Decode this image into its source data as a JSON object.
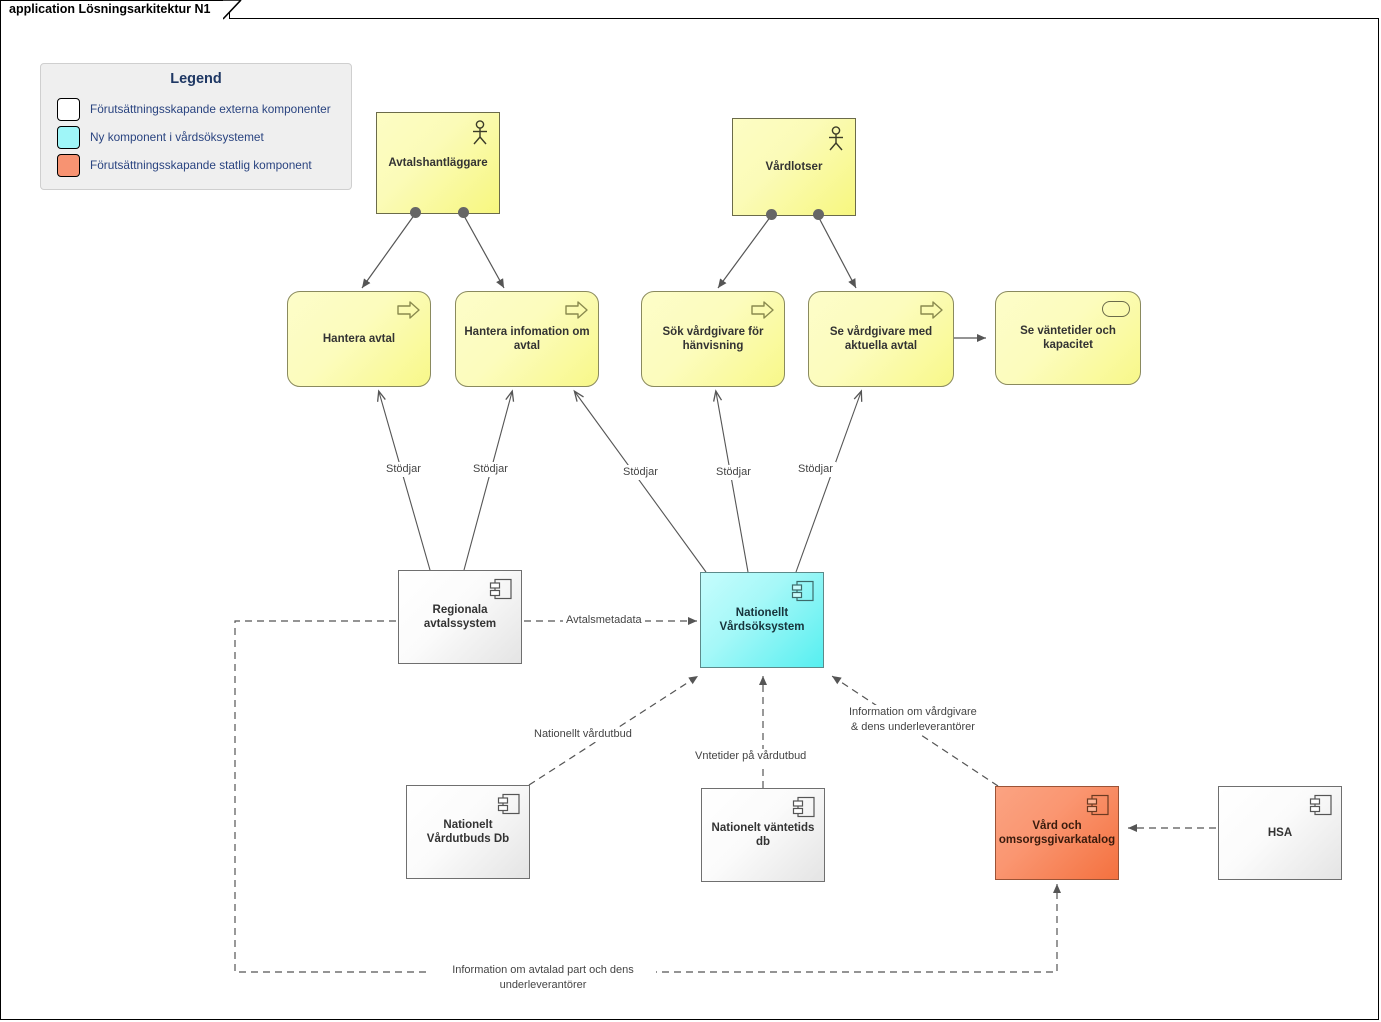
{
  "diagram": {
    "title": "application Lösningsarkitektur N1",
    "type": "UML component / use-case architecture diagram"
  },
  "legend": {
    "title": "Legend",
    "items": [
      {
        "color": "#ffffff",
        "label": "Förutsättningsskapande externa komponenter"
      },
      {
        "color": "#9ff6f8",
        "label": "Ny komponent i vårdsöksystemet"
      },
      {
        "color": "#f79372",
        "label": "Förutsättningsskapande statlig komponent"
      }
    ]
  },
  "actors": [
    {
      "id": "avtalshandlaggare",
      "label": "Avtalshantläggare",
      "icon": "actor-icon"
    },
    {
      "id": "vardlotser",
      "label": "Vårdlotser",
      "icon": "actor-icon"
    }
  ],
  "processes": [
    {
      "id": "hantera-avtal",
      "label": "Hantera avtal",
      "icon": "process-arrow-icon"
    },
    {
      "id": "hantera-information-om-avtal",
      "label": "Hantera infomation om avtal",
      "icon": "process-arrow-icon"
    },
    {
      "id": "sok-vardgivare-for-hanvisning",
      "label": "Sök vårdgivare för hänvisning",
      "icon": "process-arrow-icon"
    },
    {
      "id": "se-vardgivare-med-aktuella-avtal",
      "label": "Se vårdgivare med aktuella avtal",
      "icon": "process-arrow-icon"
    },
    {
      "id": "se-vantetider-och-kapacitet",
      "label": "Se väntetider och kapacitet",
      "icon": "service-pill-icon"
    }
  ],
  "components": [
    {
      "id": "regionala-avtalssystem",
      "label": "Regionala avtalssystem",
      "color": "#ffffff",
      "icon": "component-icon"
    },
    {
      "id": "nationellt-vardsoksystem",
      "label": "Nationellt Vårdsöksystem",
      "color": "#9ff6f8",
      "icon": "component-icon"
    },
    {
      "id": "nationelt-vardutbuds-db",
      "label": "Nationelt Vårdutbuds Db",
      "color": "#ffffff",
      "icon": "component-icon"
    },
    {
      "id": "nationelt-vantetids-db",
      "label": "Nationelt väntetids db",
      "color": "#ffffff",
      "icon": "component-icon"
    },
    {
      "id": "vard-och-omsorgsgivarkatalog",
      "label": "Vård och omsorgsgivarkatalog",
      "color": "#f79372",
      "icon": "component-icon"
    },
    {
      "id": "hsa",
      "label": "HSA",
      "color": "#ffffff",
      "icon": "component-icon"
    }
  ],
  "edge_labels": {
    "stodjar_1": "Stödjar",
    "stodjar_2": "Stödjar",
    "stodjar_3": "Stödjar",
    "stodjar_4": "Stödjar",
    "stodjar_5": "Stödjar",
    "avtalsmetadata": "Avtalsmetadata",
    "nationellt_vardutbud": "Nationellt vårdutbud",
    "vntetider_pa_vardutbud": "Vntetider på vårdutbud",
    "information_om_vardgivare_l1": "Information om vårdgivare",
    "information_om_vardgivare_l2": "& dens underleverantörer",
    "information_om_avtalad_part_l1": "Information om avtalad part och dens",
    "information_om_avtalad_part_l2": "underleverantörer"
  },
  "colors": {
    "actor_fill": "#f9f98f",
    "process_fill": "#fbfb9d",
    "new_component_fill": "#7ff3f5",
    "state_component_fill": "#f78b62",
    "external_component_fill": "#f5f5f5",
    "edge_stroke": "#555555",
    "legend_text": "#2a4480",
    "legend_title": "#1f3864"
  }
}
